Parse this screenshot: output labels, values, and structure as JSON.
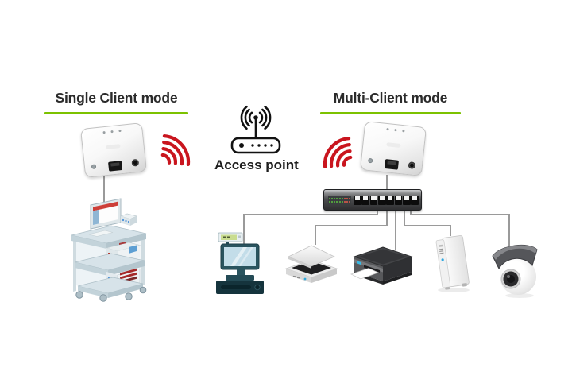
{
  "diagram": {
    "left_section": {
      "title": "Single Client mode",
      "devices": [
        "wireless-bridge",
        "medical-equipment-cart"
      ]
    },
    "center": {
      "access_point_label": "Access point",
      "icon": "access-point-icon"
    },
    "right_section": {
      "title": "Multi-Client mode",
      "devices": [
        "wireless-bridge",
        "ethernet-switch",
        "pos-terminal",
        "flatbed-scanner",
        "printer",
        "nas-drive",
        "ip-camera"
      ]
    }
  },
  "colors": {
    "accent_green": "#7cc200",
    "signal_red": "#c9151e",
    "title_text": "#2b2b2b",
    "cable_grey": "#9a9a9a",
    "background": "#ffffff"
  },
  "icons": [
    "wifi-signal-icon",
    "access-point-icon",
    "wireless-bridge-icon",
    "ethernet-switch-icon",
    "medical-cart-icon",
    "pos-terminal-icon",
    "flatbed-scanner-icon",
    "printer-icon",
    "nas-drive-icon",
    "ip-camera-icon"
  ]
}
